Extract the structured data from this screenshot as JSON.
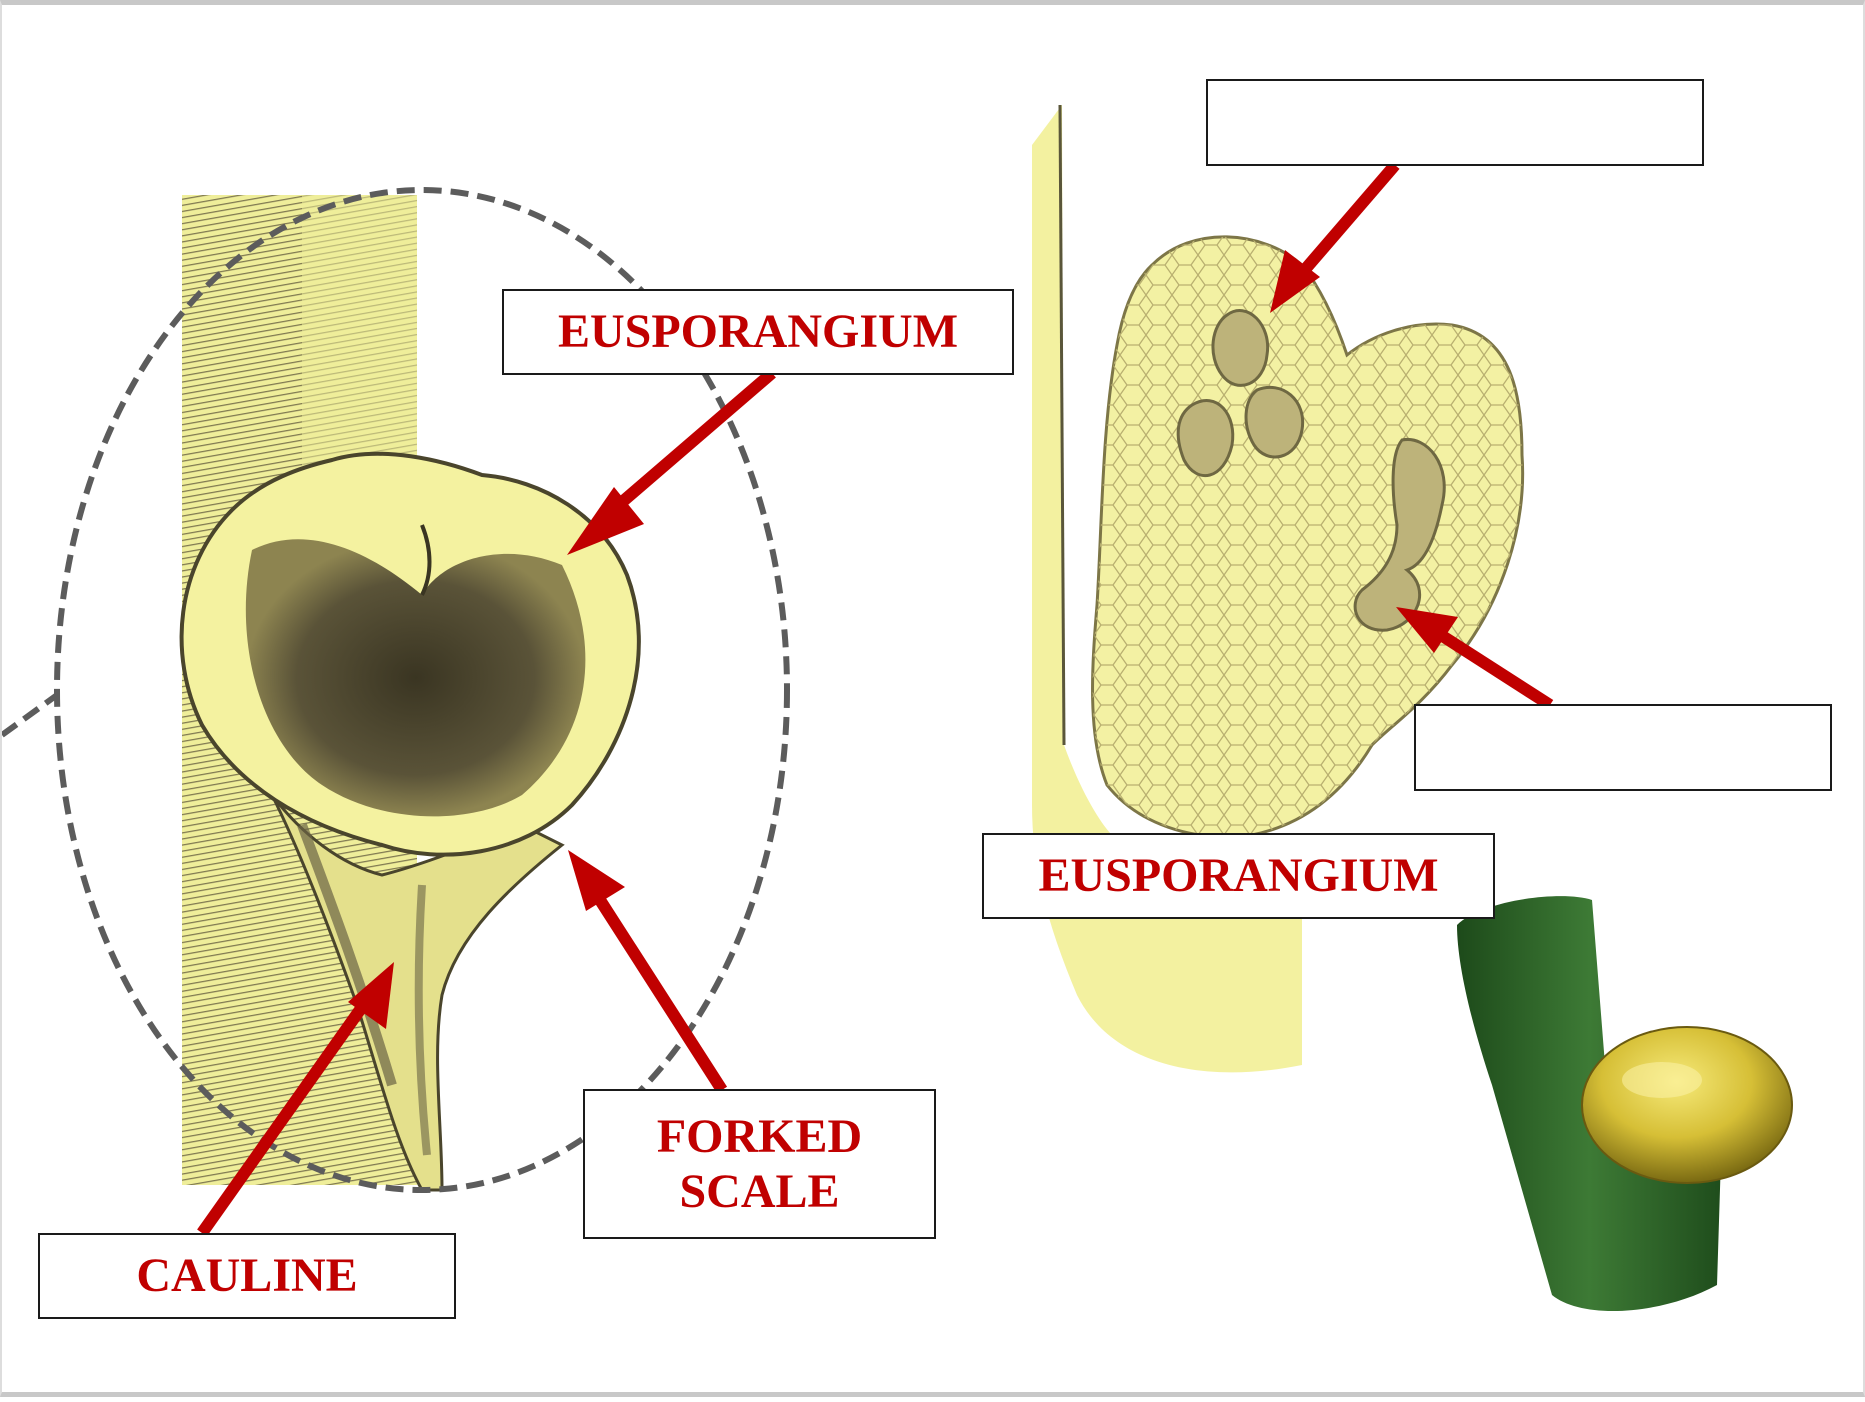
{
  "colors": {
    "label_text": "#c00000",
    "arrow": "#c00000",
    "pale_yellow": "#f2f09a",
    "stem_dark": "#6b6444",
    "green_stem": "#2f6b2a",
    "sporangium_gold": "#d9c23a"
  },
  "labels": {
    "eusporangium_left": "EUSPORANGIUM",
    "forked_scale_line1": "FORKED",
    "forked_scale_line2": "SCALE",
    "cauline": "CAULINE",
    "eusporangium_right": "EUSPORANGIUM",
    "blank_top_right": "",
    "blank_mid_right": ""
  }
}
